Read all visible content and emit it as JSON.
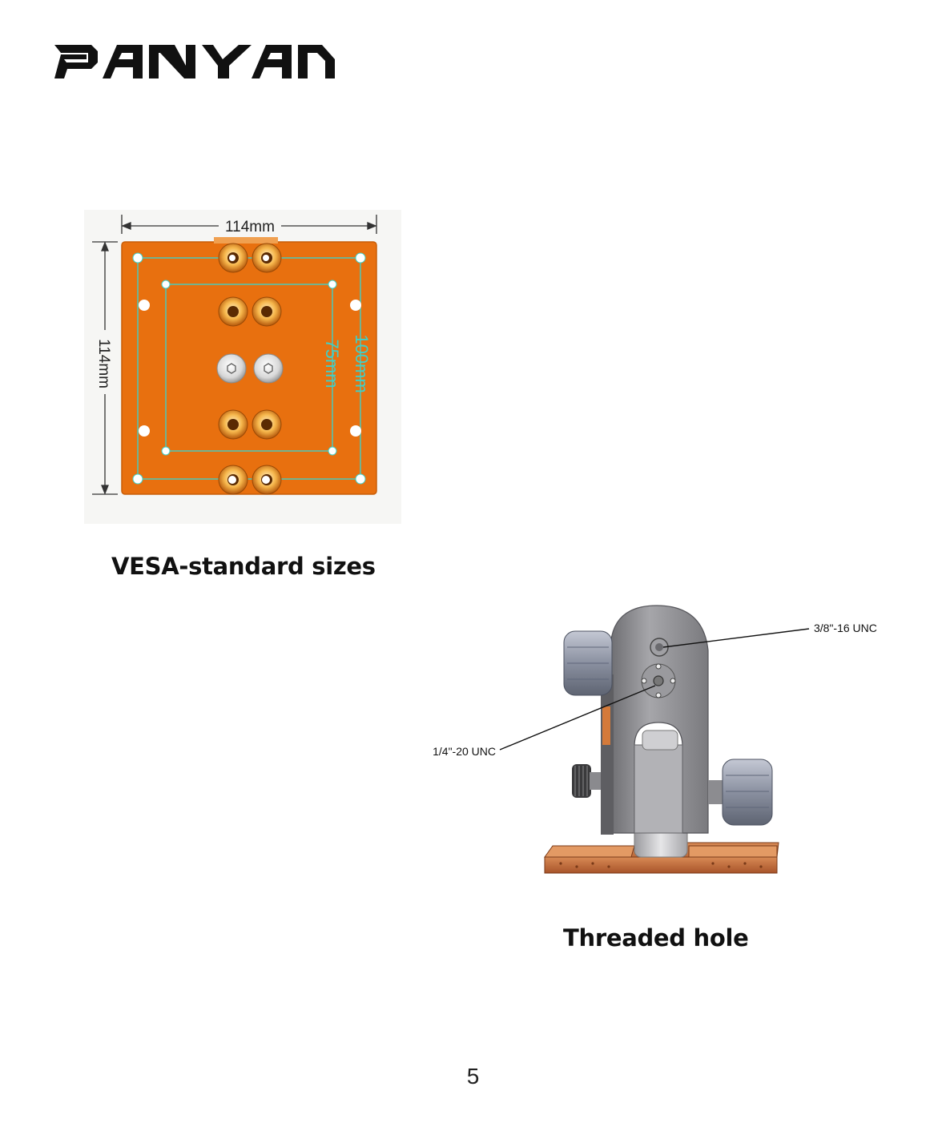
{
  "brand": {
    "name": "PANYAN"
  },
  "figure_vesa": {
    "width_label": "114mm",
    "height_label": "114mm",
    "inner_label": "75mm",
    "outer_label": "100mm",
    "caption": "VESA-standard sizes",
    "plate_color": "#E8700F",
    "guide_color": "#3FD0C8"
  },
  "figure_threaded": {
    "label_top": "3/8\"-16 UNC",
    "label_bottom": "1/4\"-20 UNC",
    "caption": "Threaded hole"
  },
  "page_number": "5"
}
